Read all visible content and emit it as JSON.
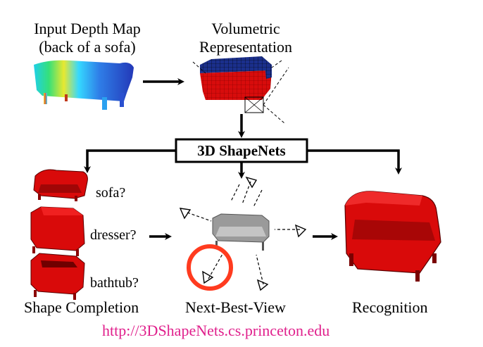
{
  "title_input": {
    "line1": "Input Depth Map",
    "line2": "(back of a sofa)"
  },
  "title_volumetric": {
    "line1": "Volumetric",
    "line2": "Representation"
  },
  "center_box_label": "3D ShapeNets",
  "candidates": [
    {
      "label": "sofa?"
    },
    {
      "label": "dresser?"
    },
    {
      "label": "bathtub?"
    }
  ],
  "section_labels": {
    "completion": "Shape Completion",
    "nbv": "Next-Best-View",
    "recognition": "Recognition"
  },
  "url": "http://3DShapeNets.cs.princeton.edu",
  "colors": {
    "url": "#e0208c",
    "highlight_ring": "#ff3b1f",
    "sofa_red": "#d90a0a",
    "voxel_blue": "#1b2f8c",
    "gray_sofa": "#9a9a9a"
  }
}
